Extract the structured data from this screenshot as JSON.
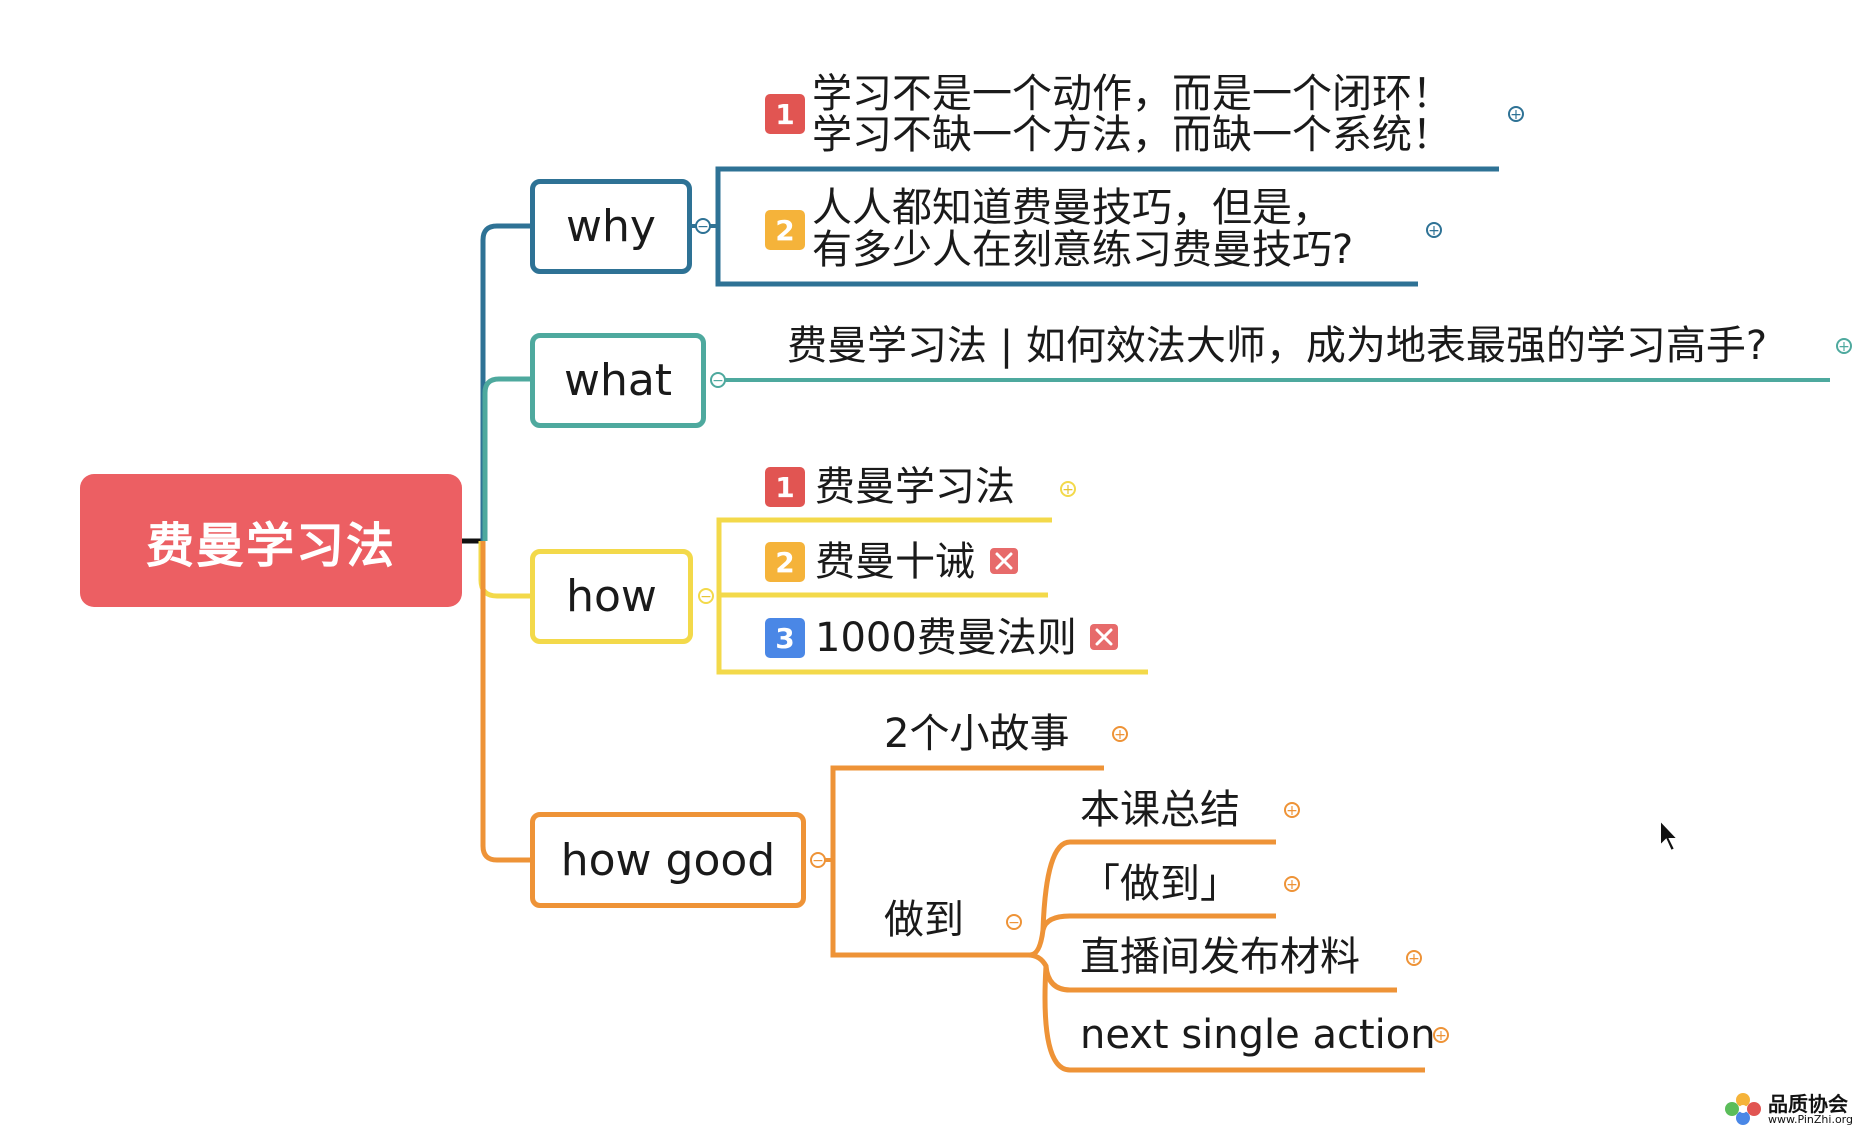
{
  "root": {
    "label": "费曼学习法"
  },
  "branches": {
    "why": {
      "label": "why",
      "color": "#2e7295",
      "items": [
        {
          "badge": "1",
          "line1": "学习不是一个动作，而是一个闭环！",
          "line2": "学习不缺一个方法，而缺一个系统！"
        },
        {
          "badge": "2",
          "line1": "人人都知道费曼技巧，但是，",
          "line2": "有多少人在刻意练习费曼技巧?"
        }
      ]
    },
    "what": {
      "label": "what",
      "color": "#4ea99e",
      "items": [
        {
          "text": "费曼学习法 | 如何效法大师，成为地表最强的学习高手?"
        }
      ]
    },
    "how": {
      "label": "how",
      "color": "#f3d94a",
      "items": [
        {
          "badge": "1",
          "text": "费曼学习法"
        },
        {
          "badge": "2",
          "text": "费曼十诫"
        },
        {
          "badge": "3",
          "text": "1000费曼法则"
        }
      ]
    },
    "how_good": {
      "label": "how good",
      "color": "#ee9337",
      "items": [
        {
          "text": "2个小故事"
        },
        {
          "text": "做到",
          "children": [
            "本课总结",
            "「做到」",
            "直播间发布材料",
            "next single action"
          ]
        }
      ]
    }
  },
  "icons": {
    "expand": "plus-circle-icon",
    "collapse": "minus-circle-icon",
    "attachment": "x-mark-icon",
    "pointer": "mouse-cursor-icon"
  },
  "watermark": {
    "name": "品质协会",
    "url": "www.PinZhi.org"
  }
}
